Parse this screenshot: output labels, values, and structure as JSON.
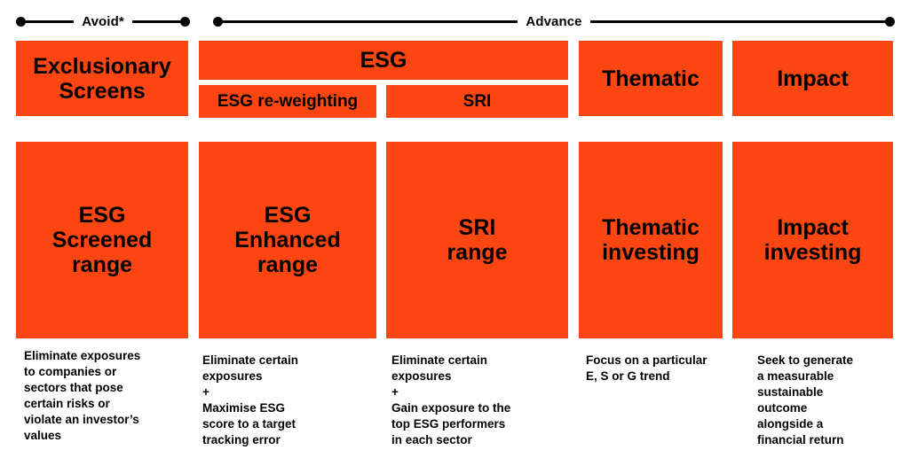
{
  "palette": {
    "block_fill": "#FB4612",
    "text": "#000000",
    "background": "#FFFFFF"
  },
  "spectrum": {
    "segments": [
      {
        "id": "avoid",
        "label": "Avoid*",
        "start_dot": true,
        "end_dot": true
      },
      {
        "id": "advance",
        "label": "Advance",
        "start_dot": true,
        "end_dot": true
      }
    ]
  },
  "categories": {
    "exclusionary": "Exclusionary\nScreens",
    "esg": "ESG",
    "esg_reweighting": "ESG re-weighting",
    "sri": "SRI",
    "thematic": "Thematic",
    "impact": "Impact"
  },
  "strategies": [
    {
      "id": "esg-screened",
      "name": "ESG\nScreened\nrange",
      "description": "Eliminate exposures\nto companies or\nsectors that pose\ncertain risks or\nviolate an investor’s\nvalues"
    },
    {
      "id": "esg-enhanced",
      "name": "ESG\nEnhanced\nrange",
      "description": "Eliminate certain\nexposures\n+\nMaximise ESG\nscore to a target\ntracking error"
    },
    {
      "id": "sri-range",
      "name": "SRI\nrange",
      "description": "Eliminate certain\nexposures\n+\nGain exposure to the\ntop ESG performers\nin each sector"
    },
    {
      "id": "thematic-investing",
      "name": "Thematic\ninvesting",
      "description": "Focus on a particular\nE, S or G trend"
    },
    {
      "id": "impact-investing",
      "name": "Impact\ninvesting",
      "description": "Seek to generate\na measurable\nsustainable\noutcome\nalongside a\nfinancial return"
    }
  ]
}
